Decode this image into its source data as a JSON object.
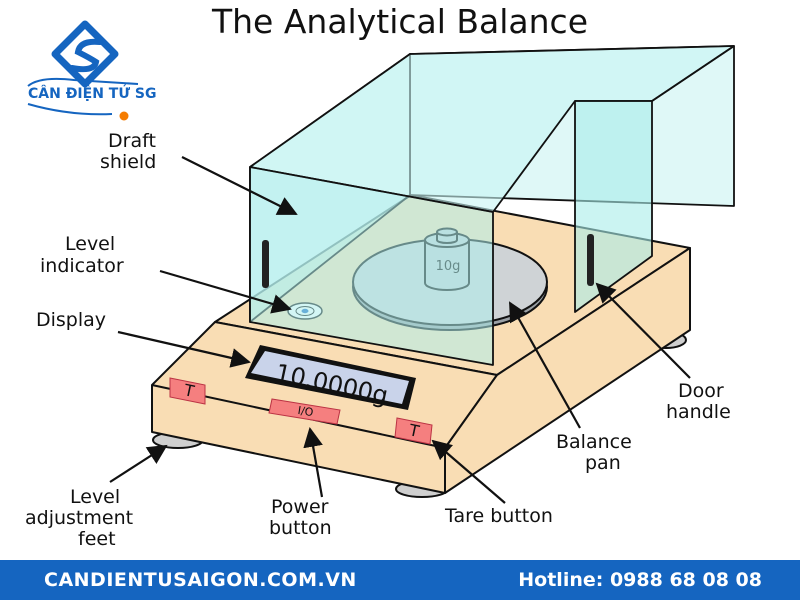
{
  "title": "The Analytical Balance",
  "logo": {
    "brand_text": "CÂN ĐIỆN TỬ SG",
    "brand_color": "#1565c0",
    "accent_color": "#f57c00"
  },
  "labels": {
    "draft_shield_1": "Draft",
    "draft_shield_2": "shield",
    "level_indicator_1": "Level",
    "level_indicator_2": "indicator",
    "display": "Display",
    "door_handle_1": "Door",
    "door_handle_2": "handle",
    "balance_pan_1": "Balance",
    "balance_pan_2": "pan",
    "tare_button": "Tare button",
    "power_button_1": "Power",
    "power_button_2": "button",
    "level_feet_1": "Level",
    "level_feet_2": "adjustment",
    "level_feet_3": "feet"
  },
  "device": {
    "display_value": "10.0000g",
    "weight_label": "10g",
    "tare_key": "T",
    "power_key": "I/O"
  },
  "footer": {
    "website": "CANDIENTUSAIGON.COM.VN",
    "hotline": "Hotline: 0988 68 08 08"
  },
  "colors": {
    "body": "#f9ddb4",
    "shield": "#b9f0ef",
    "pan": "#cfd3d6",
    "display_screen": "#c9d3ea",
    "button": "#f57f7f",
    "footer": "#1565c0"
  }
}
